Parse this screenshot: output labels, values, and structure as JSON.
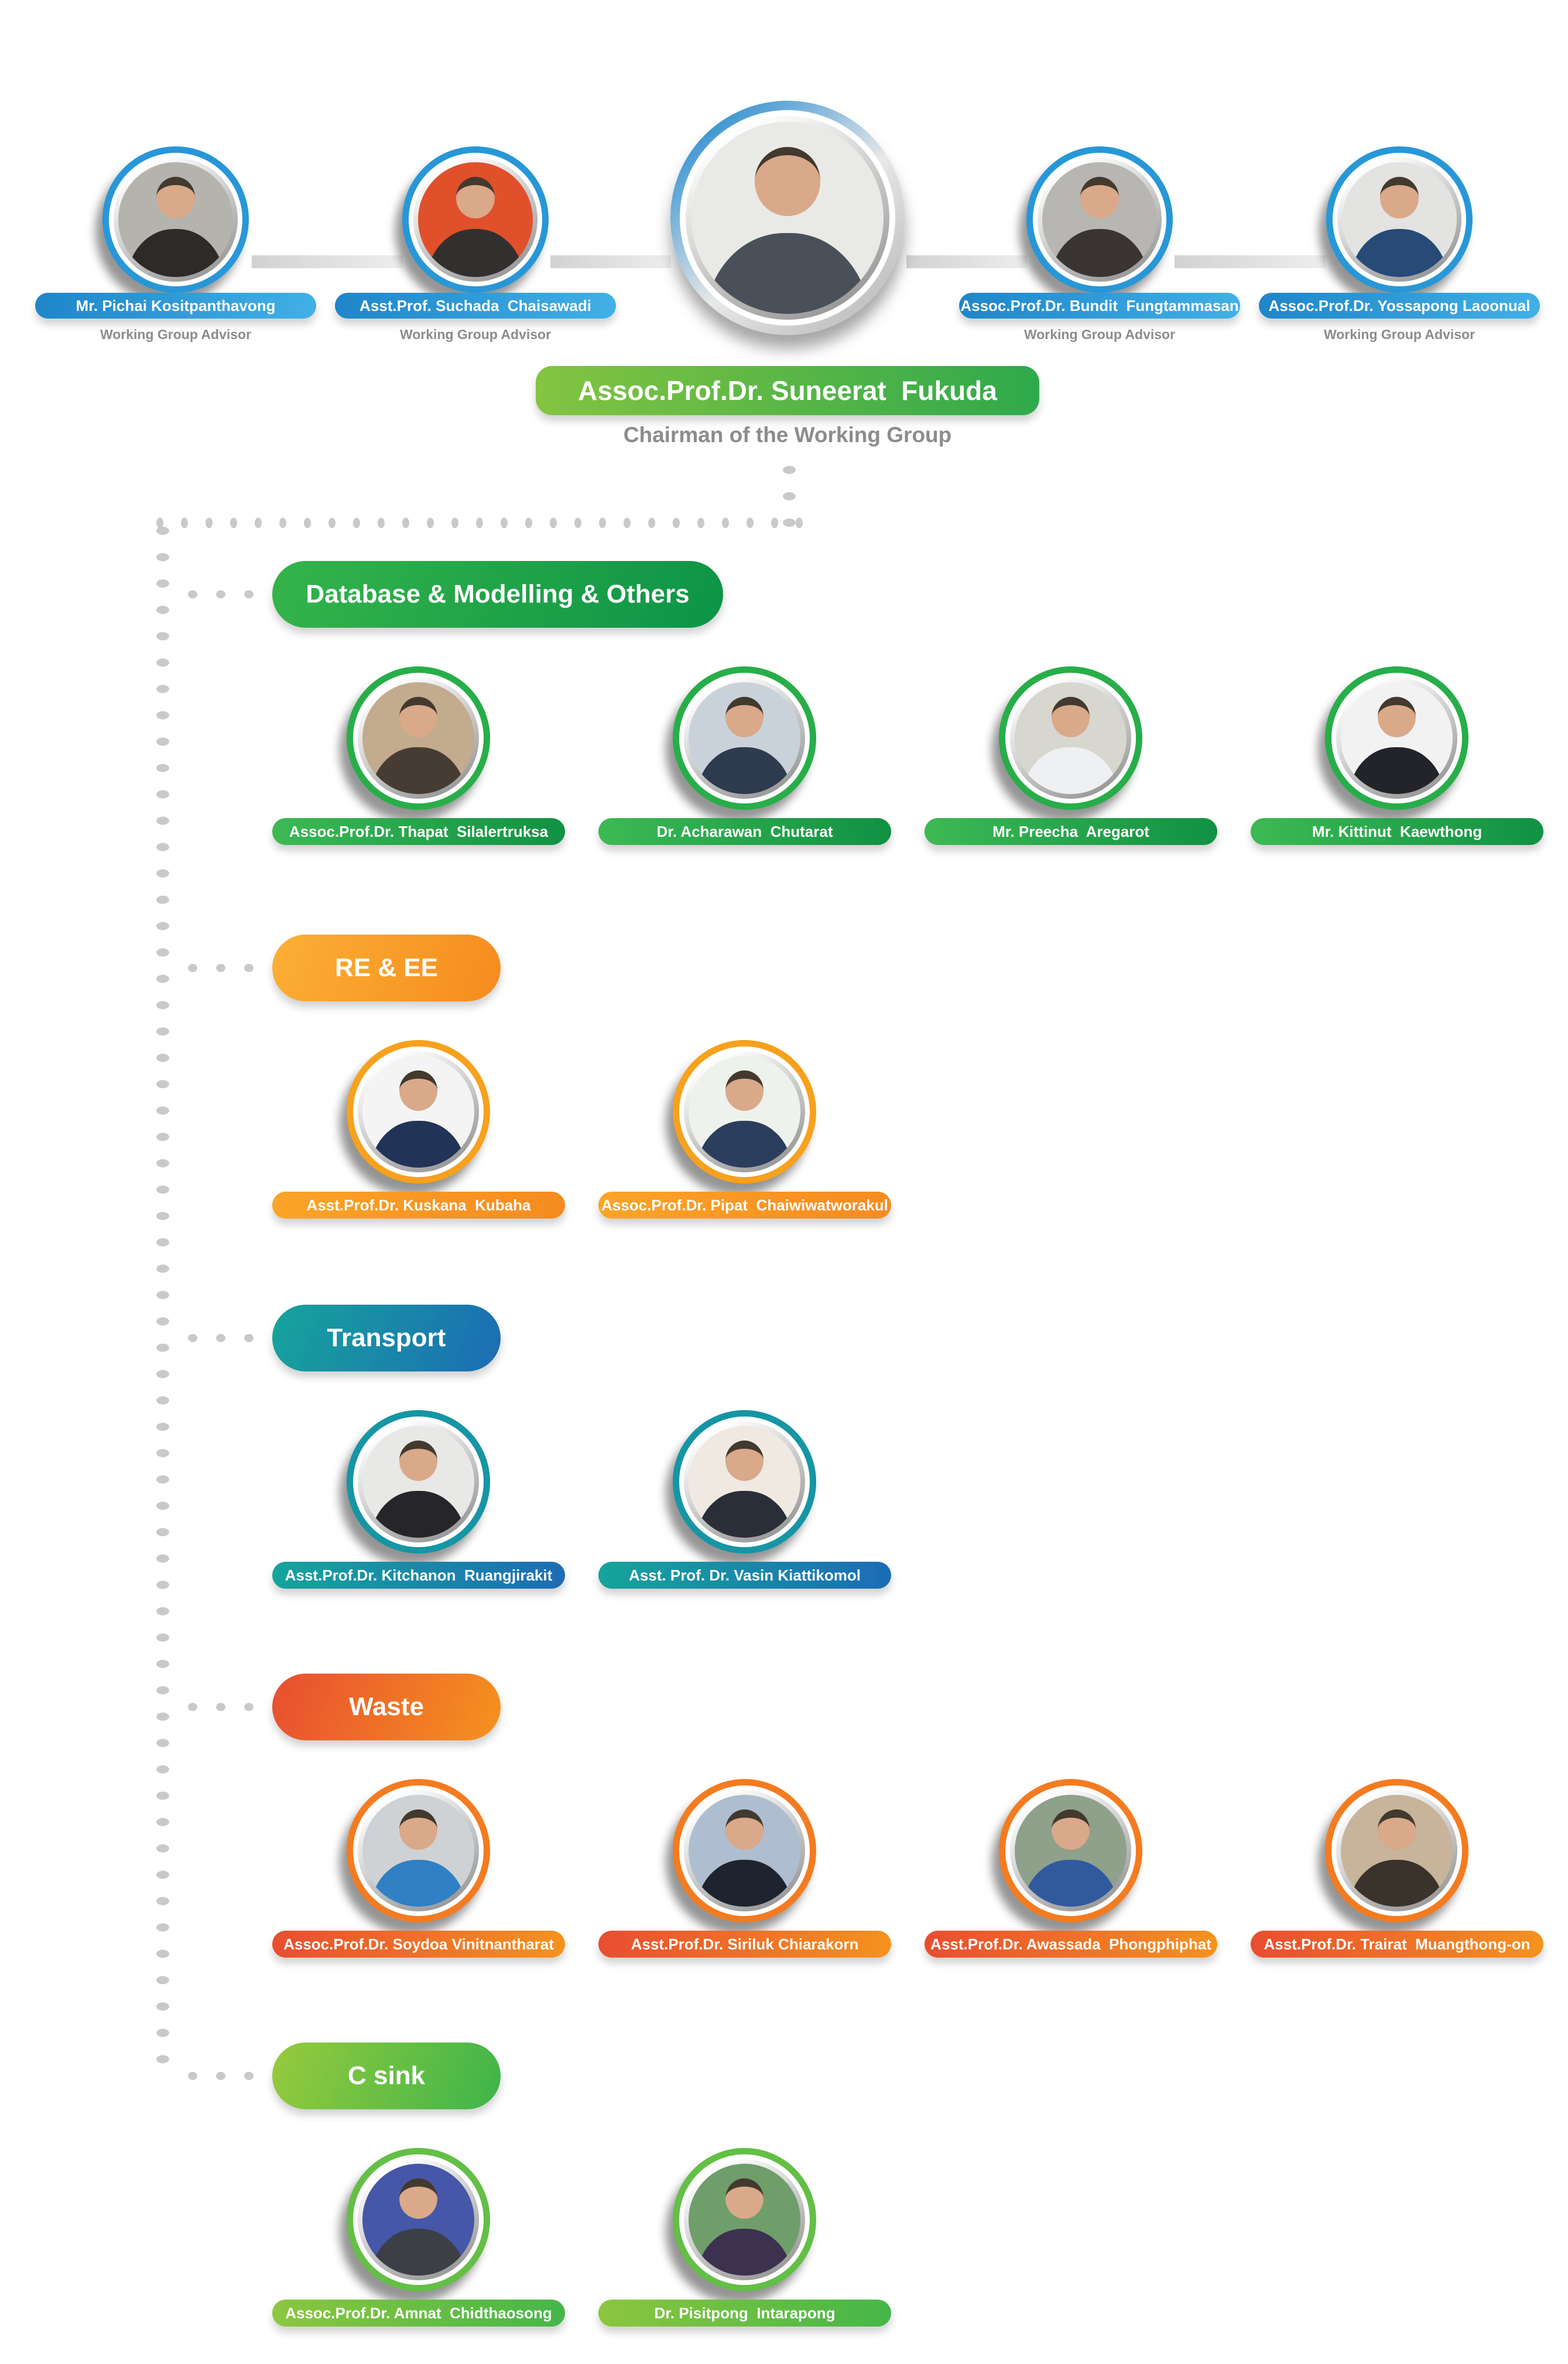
{
  "page": {
    "background": "#ffffff",
    "dot_color": "#c9c9c9"
  },
  "advisors": {
    "role_label": "Working Group Advisor",
    "accent": {
      "ring": "#2797d8",
      "label_grad1": "#1f86c8",
      "label_grad2": "#41b0e6"
    },
    "items": [
      {
        "name": "Mr. Pichai Kositpanthavong",
        "photo": {
          "bg": "#b5b3ae",
          "suit": "#2e2a28"
        }
      },
      {
        "name": "Asst.Prof. Suchada  Chaisawadi",
        "photo": {
          "bg": "#e0502b",
          "suit": "#32302f"
        }
      },
      {
        "name": "Assoc.Prof.Dr. Bundit  Fungtammasan",
        "photo": {
          "bg": "#b8b6b2",
          "suit": "#3a3433"
        }
      },
      {
        "name": "Assoc.Prof.Dr. Yossapong Laoonual",
        "photo": {
          "bg": "#e3e3e1",
          "suit": "#274a77"
        }
      }
    ]
  },
  "chairman": {
    "name": "Assoc.Prof.Dr. Suneerat  Fukuda",
    "title": "Chairman of the Working Group",
    "photo": {
      "bg": "#e9eae6",
      "suit": "#4a505a"
    },
    "accent": {
      "ring1": "#2f8fd0",
      "ring2": "#bdbdbd",
      "pill_grad1": "#84c440",
      "pill_grad2": "#2fa94c"
    }
  },
  "sections": [
    {
      "label": "Database & Modelling & Others",
      "colors": {
        "ring": "#27ae49",
        "g1": "#35b44a",
        "g2": "#0c9447",
        "lg1": "#3db954",
        "lg2": "#119143"
      },
      "members": [
        {
          "name": "Assoc.Prof.Dr. Thapat  Silalertruksa",
          "photo": {
            "bg": "#c3ab8e",
            "suit": "#463c34"
          }
        },
        {
          "name": "Dr. Acharawan  Chutarat",
          "photo": {
            "bg": "#c9d2da",
            "suit": "#2e3a4e"
          }
        },
        {
          "name": "Mr. Preecha  Aregarot",
          "photo": {
            "bg": "#d7d7cf",
            "suit": "#eef0f2"
          }
        },
        {
          "name": "Mr. Kittinut  Kaewthong",
          "photo": {
            "bg": "#f2f2f2",
            "suit": "#23242a"
          }
        }
      ]
    },
    {
      "label": "RE & EE",
      "colors": {
        "ring": "#f7a11d",
        "g1": "#fbb034",
        "g2": "#f68b1f",
        "lg1": "#fba427",
        "lg2": "#f68b1f"
      },
      "members": [
        {
          "name": "Asst.Prof.Dr. Kuskana  Kubaha",
          "photo": {
            "bg": "#f4f4f4",
            "suit": "#223358"
          }
        },
        {
          "name": "Assoc.Prof.Dr. Pipat  Chaiwiwatworakul",
          "photo": {
            "bg": "#eef2ec",
            "suit": "#2c3e5e"
          }
        }
      ]
    },
    {
      "label": "Transport",
      "colors": {
        "ring": "#1695a5",
        "g1": "#16a49b",
        "g2": "#1c6cb5",
        "lg1": "#16a49b",
        "lg2": "#1c6cb5"
      },
      "members": [
        {
          "name": "Asst.Prof.Dr. Kitchanon  Ruangjirakit",
          "photo": {
            "bg": "#e8e8e6",
            "suit": "#26262a"
          }
        },
        {
          "name": "Asst. Prof. Dr. Vasin Kiattikomol",
          "photo": {
            "bg": "#efe9e2",
            "suit": "#2a2e38"
          }
        }
      ]
    },
    {
      "label": "Waste",
      "colors": {
        "ring": "#f47b20",
        "g1": "#e84e31",
        "g2": "#f6921e",
        "lg1": "#e84e31",
        "lg2": "#f6921e"
      },
      "members": [
        {
          "name": "Assoc.Prof.Dr. Soydoa Vinitnantharat",
          "photo": {
            "bg": "#cfd2d4",
            "suit": "#2f80c4"
          }
        },
        {
          "name": "Asst.Prof.Dr. Siriluk Chiarakorn",
          "photo": {
            "bg": "#aebdd0",
            "suit": "#1d2430"
          }
        },
        {
          "name": "Asst.Prof.Dr. Awassada  Phongphiphat",
          "photo": {
            "bg": "#8fa08b",
            "suit": "#315a9e"
          }
        },
        {
          "name": "Asst.Prof.Dr. Trairat  Muangthong-on",
          "photo": {
            "bg": "#c7b49a",
            "suit": "#3a332c"
          }
        }
      ]
    },
    {
      "label": "C sink",
      "colors": {
        "ring": "#63bf45",
        "g1": "#97ca3d",
        "g2": "#3db54a",
        "lg1": "#8cc63f",
        "lg2": "#45b649"
      },
      "members": [
        {
          "name": "Assoc.Prof.Dr. Amnat  Chidthaosong",
          "photo": {
            "bg": "#4656a8",
            "suit": "#3c3f46"
          }
        },
        {
          "name": "Dr. Pisitpong  Intarapong",
          "photo": {
            "bg": "#6f9e6a",
            "suit": "#3c3250"
          }
        }
      ]
    }
  ]
}
